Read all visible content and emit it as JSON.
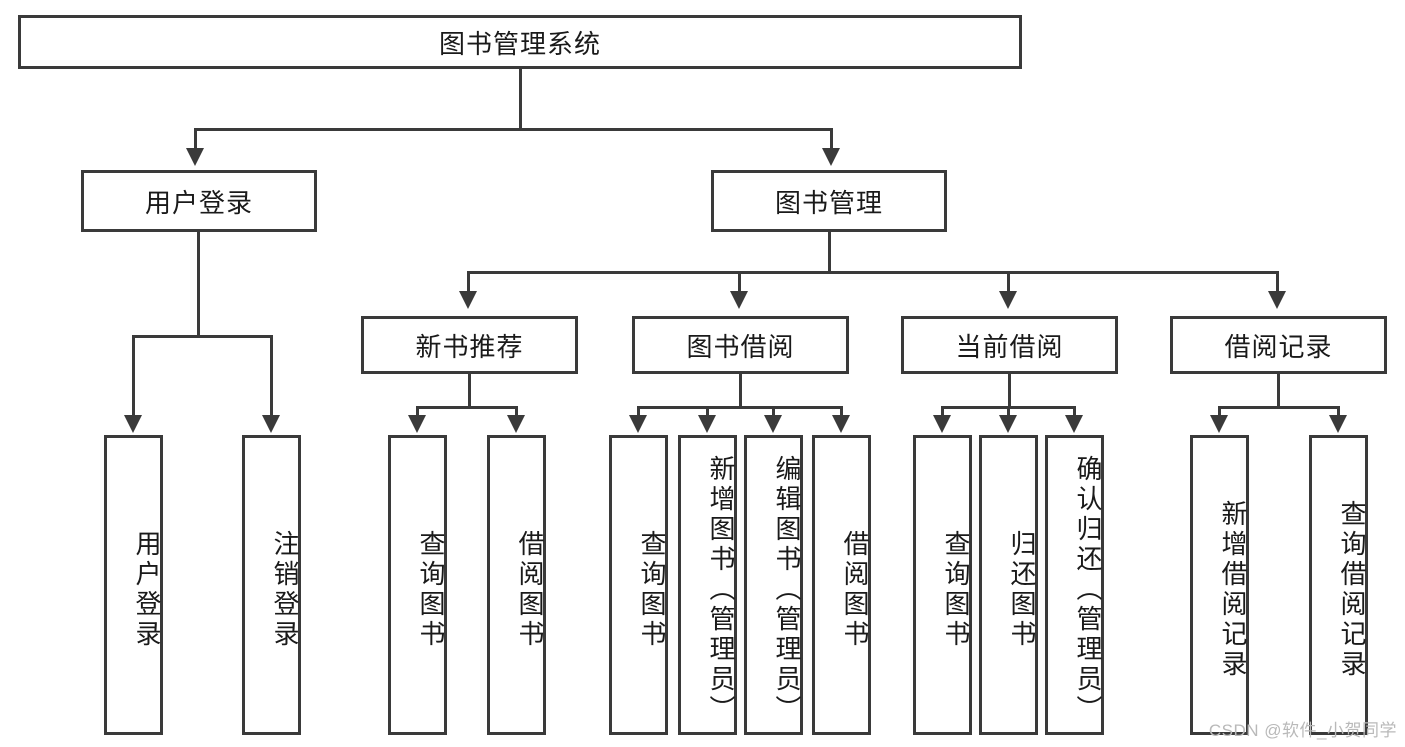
{
  "diagram": {
    "title": "图书管理系统",
    "root": {
      "label": "图书管理系统"
    },
    "level1": [
      {
        "label": "用户登录"
      },
      {
        "label": "图书管理"
      }
    ],
    "level2": [
      {
        "label": "新书推荐"
      },
      {
        "label": "图书借阅"
      },
      {
        "label": "当前借阅"
      },
      {
        "label": "借阅记录"
      }
    ],
    "leaves": {
      "user_login": [
        {
          "label": "用户登录"
        },
        {
          "label": "注销登录"
        }
      ],
      "new_book_recommend": [
        {
          "label": "查询图书"
        },
        {
          "label": "借阅图书"
        }
      ],
      "book_borrow": [
        {
          "label": "查询图书"
        },
        {
          "label": "新增图书（管理员）"
        },
        {
          "label": "编辑图书（管理员）"
        },
        {
          "label": "借阅图书"
        }
      ],
      "current_borrow": [
        {
          "label": "查询图书"
        },
        {
          "label": "归还图书"
        },
        {
          "label": "确认归还（管理员）"
        }
      ],
      "borrow_record": [
        {
          "label": "新增借阅记录"
        },
        {
          "label": "查询借阅记录"
        }
      ]
    }
  },
  "watermark": {
    "text": "CSDN @软件_小贺同学"
  },
  "colors": {
    "line": "#3a3a3a",
    "text": "#1a1a1a",
    "background": "#ffffff",
    "watermark": "#b9b9b9"
  }
}
